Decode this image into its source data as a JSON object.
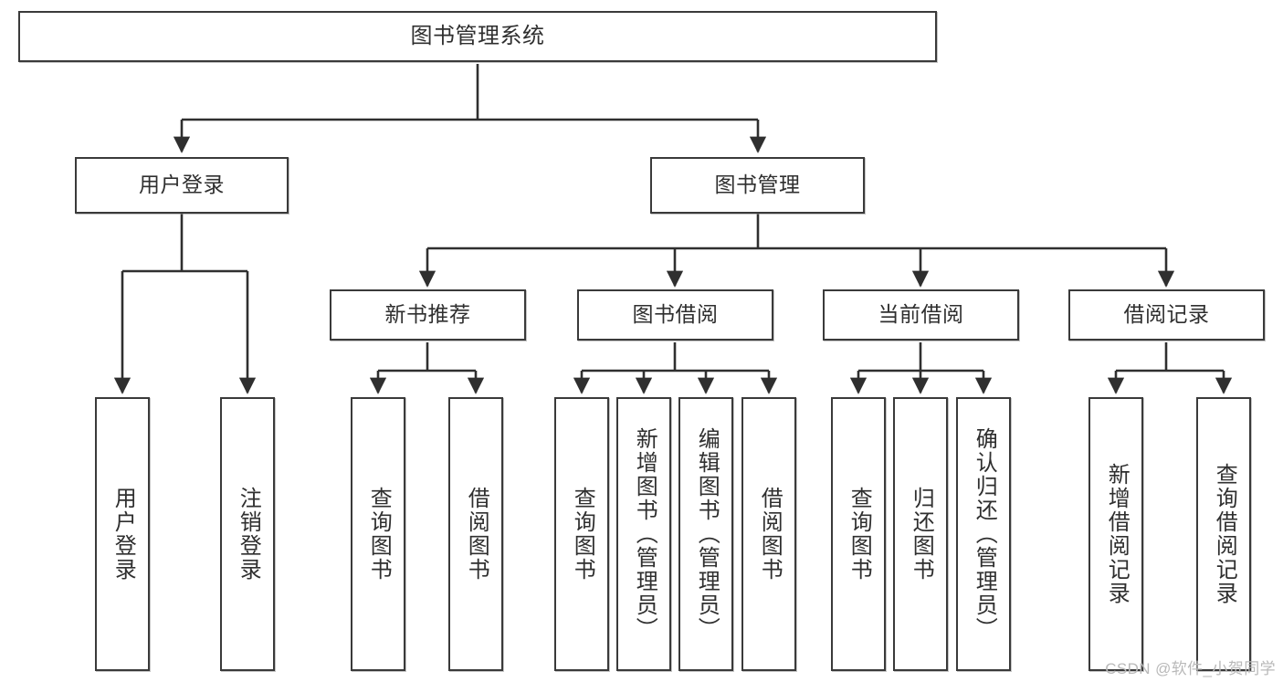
{
  "diagram": {
    "title": "图书管理系统",
    "watermark": "CSDN @软件_小贺同学",
    "colors": {
      "border": "#3a3a3a",
      "text": "#2f2f2f",
      "background": "#ffffff",
      "connector": "#2f2f2f",
      "watermark": "#b9b9b9"
    },
    "root": {
      "label": "图书管理系统"
    },
    "level2": [
      {
        "label": "用户登录"
      },
      {
        "label": "图书管理"
      }
    ],
    "level3": [
      {
        "label": "新书推荐"
      },
      {
        "label": "图书借阅"
      },
      {
        "label": "当前借阅"
      },
      {
        "label": "借阅记录"
      }
    ],
    "leaves": {
      "user_login": [
        {
          "label": "用户登录"
        },
        {
          "label": "注销登录"
        }
      ],
      "new_book_recommend": [
        {
          "label": "查询图书"
        },
        {
          "label": "借阅图书"
        }
      ],
      "book_borrow": [
        {
          "label": "查询图书"
        },
        {
          "label": "新增图书（管理员）"
        },
        {
          "label": "编辑图书（管理员）"
        },
        {
          "label": "借阅图书"
        }
      ],
      "current_borrow": [
        {
          "label": "查询图书"
        },
        {
          "label": "归还图书"
        },
        {
          "label": "确认归还（管理员）"
        }
      ],
      "borrow_record": [
        {
          "label": "新增借阅记录"
        },
        {
          "label": "查询借阅记录"
        }
      ]
    }
  }
}
